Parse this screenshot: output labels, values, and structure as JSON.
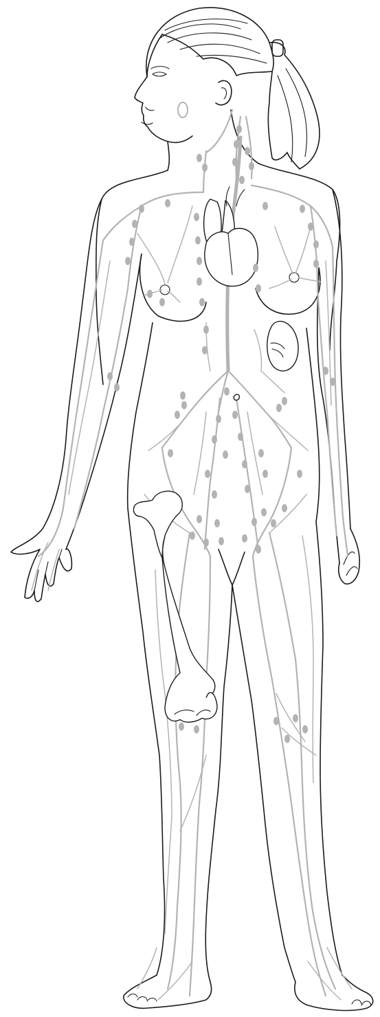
{
  "figure": {
    "colors": {
      "outline": "#1a1a1a",
      "lymph_vessels": "#b3b3b3",
      "background": "#ffffff"
    },
    "elements": [
      "female-body-outline",
      "hair-ponytail",
      "lymphatic-vessels",
      "lymph-nodes",
      "thymus",
      "heart",
      "spleen",
      "thoracic-duct",
      "femur-bone"
    ]
  }
}
